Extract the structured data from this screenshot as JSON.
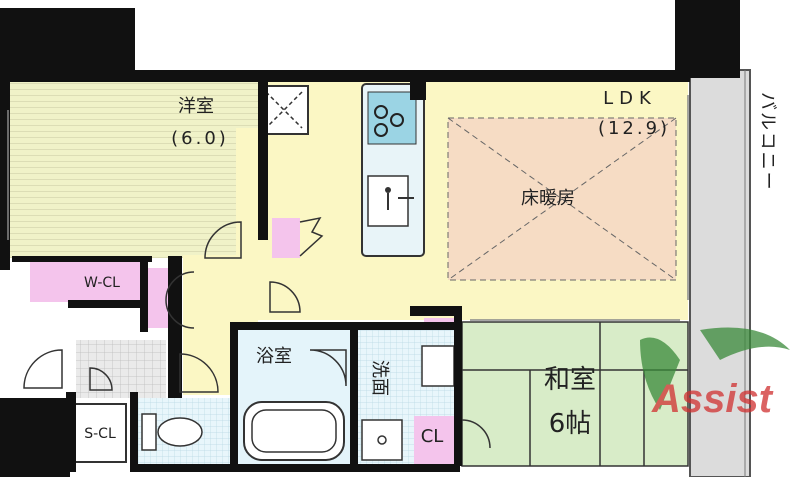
{
  "rooms": {
    "western": {
      "name": "洋室",
      "size": "(6.0)"
    },
    "ldk": {
      "name": "LDK",
      "size": "(12.9)"
    },
    "floor_heating": "床暖房",
    "balcony": "バルコニー",
    "walk_in_closet": "W-CL",
    "bathroom": "浴室",
    "washroom": "洗面",
    "japanese": {
      "name": "和室",
      "size": "6帖"
    },
    "closet": "CL",
    "shoe_closet": "S-CL"
  },
  "watermark": "Assist",
  "colors": {
    "western_floor": "#f0f2c8",
    "ldk_floor": "#fbf7c4",
    "heating_zone": "#f6dcc4",
    "tatami": "#d8ecc8",
    "closet_pink": "#f4c4ec",
    "wet_area": "#e4f4fa",
    "balcony": "#dcdcdc",
    "wall": "#111111",
    "watermark_green": "#3a8a3a",
    "watermark_red": "#d03030"
  }
}
